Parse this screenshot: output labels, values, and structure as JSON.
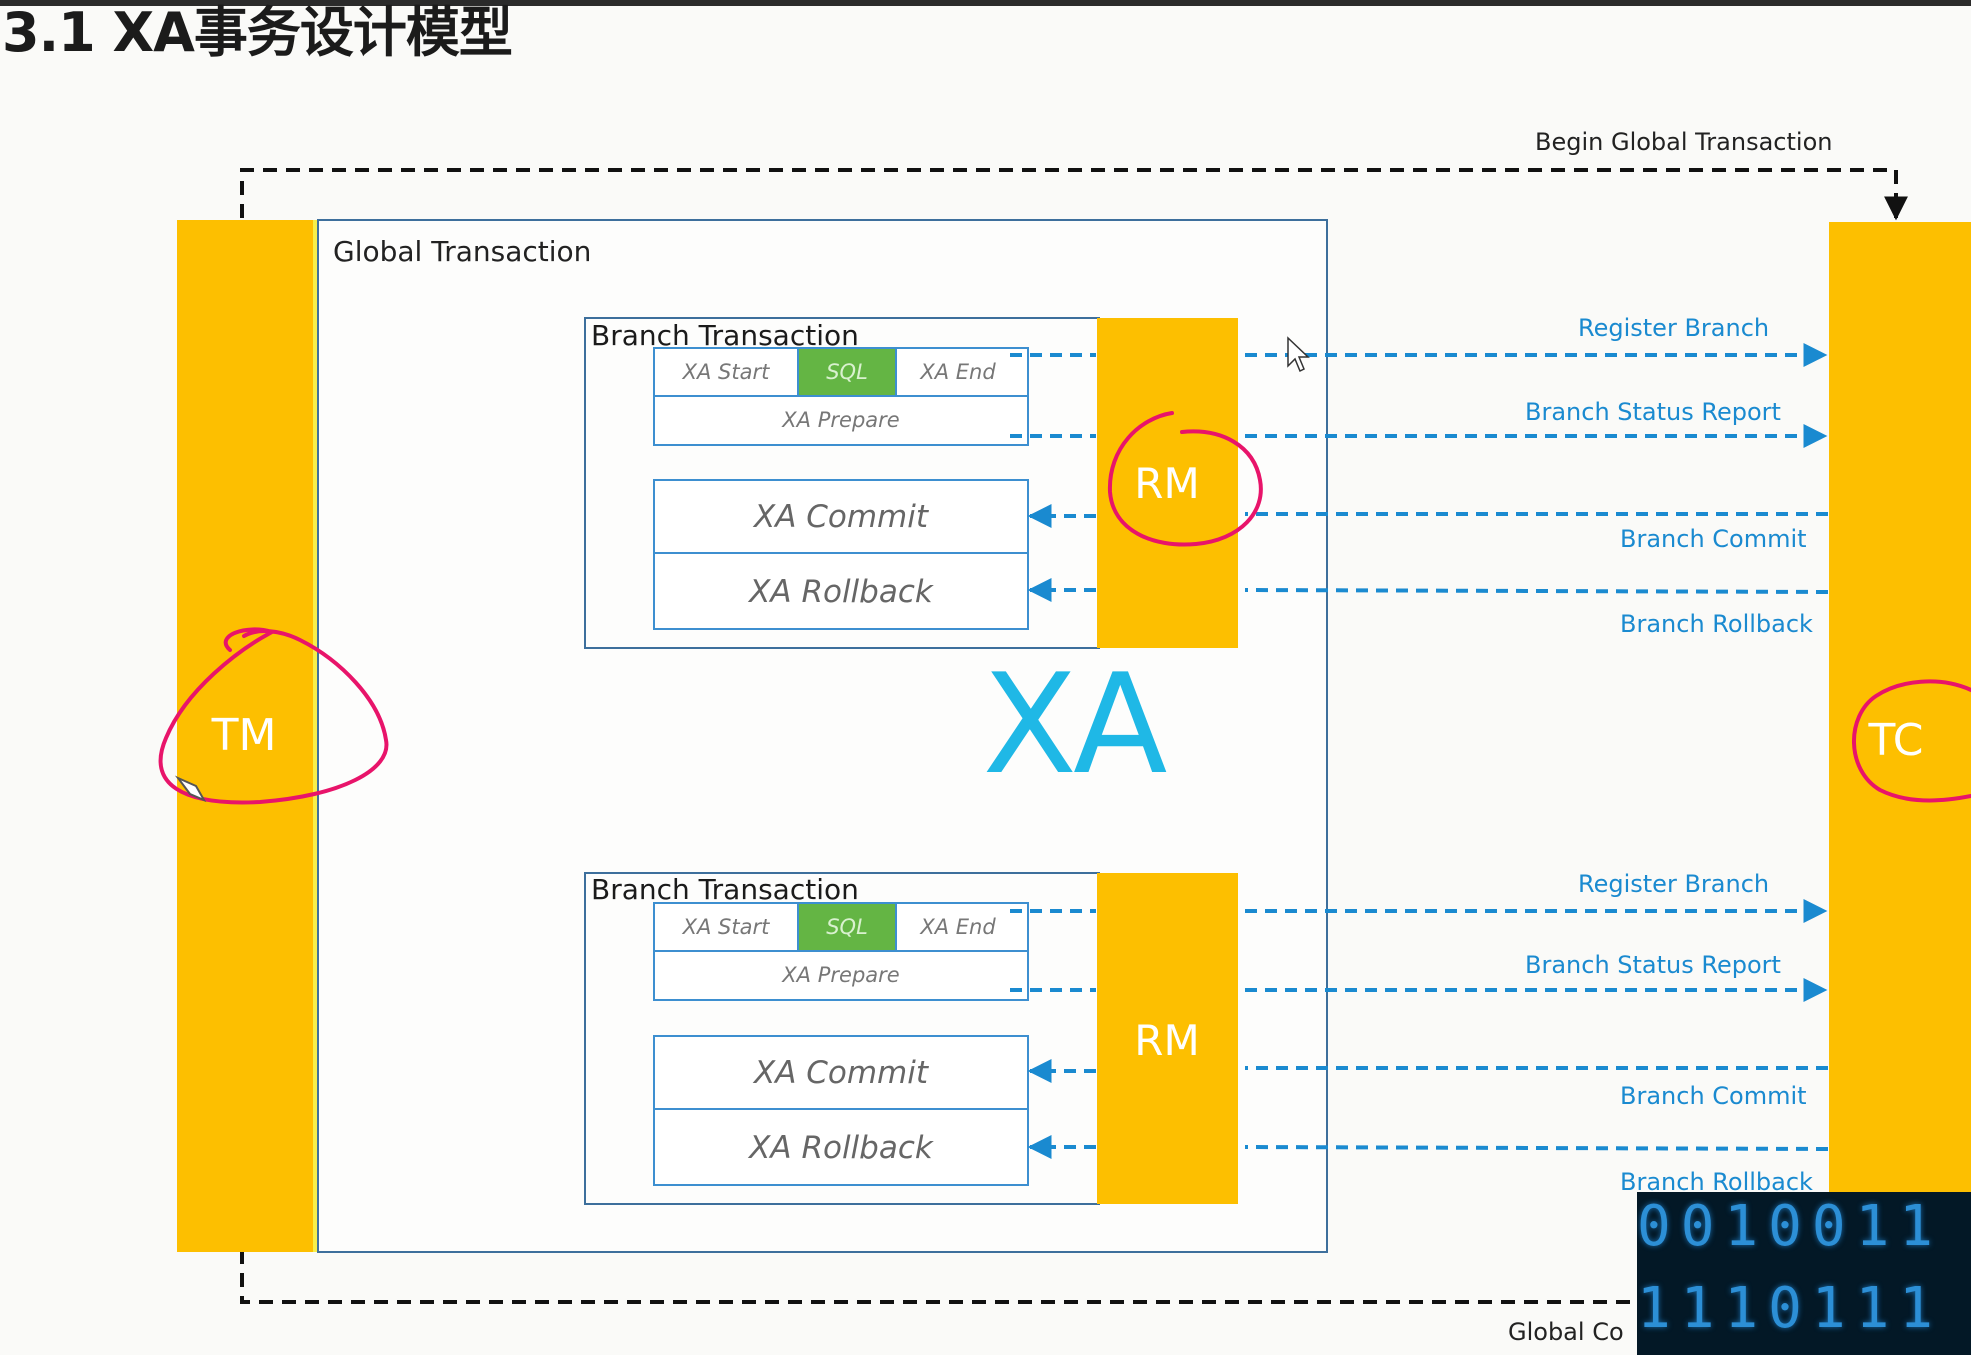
{
  "slide": {
    "title": "3.1 XA事务设计模型"
  },
  "diagram": {
    "top_arrow_label": "Begin Global Transaction",
    "bottom_arrow_label": "Global Co",
    "global_transaction_label": "Global Transaction",
    "tm_label": "TM",
    "tc_label": "TC",
    "xa_label": "XA",
    "branches": [
      {
        "title": "Branch Transaction",
        "xa_start": "XA Start",
        "sql": "SQL",
        "xa_end": "XA End",
        "xa_prepare": "XA Prepare",
        "xa_commit": "XA Commit",
        "xa_rollback": "XA Rollback",
        "rm_label": "RM",
        "register_branch": "Register Branch",
        "branch_status_report": "Branch Status Report",
        "branch_commit": "Branch Commit",
        "branch_rollback": "Branch Rollback"
      },
      {
        "title": "Branch Transaction",
        "xa_start": "XA Start",
        "sql": "SQL",
        "xa_end": "XA End",
        "xa_prepare": "XA Prepare",
        "xa_commit": "XA Commit",
        "xa_rollback": "XA Rollback",
        "rm_label": "RM",
        "register_branch": "Register Branch",
        "branch_status_report": "Branch Status Report",
        "branch_commit": "Branch Commit",
        "branch_rollback": "Branch Rollback"
      }
    ]
  },
  "thumbnail": {
    "row1": "0010011",
    "row2": "1110111"
  },
  "colors": {
    "component_fill": "#fdbf00",
    "sql_fill": "#64b544",
    "arrow_blue": "#1a8ad0",
    "xa_text": "#1fb8e6",
    "annotation_pink": "#e8146a",
    "box_border": "#3d6f9c"
  }
}
